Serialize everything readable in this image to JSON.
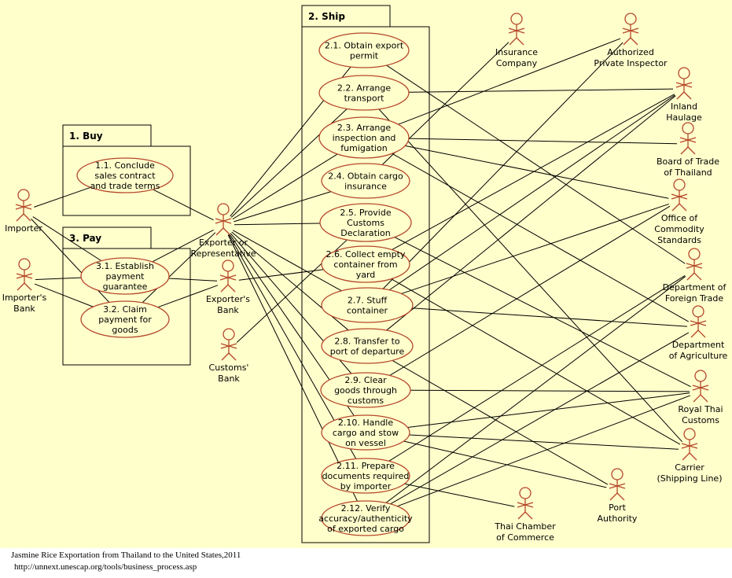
{
  "caption": {
    "title": "Jasmine Rice Exportation from Thailand to the United States,2011",
    "source": "http://unnext.unescap.org/tools/business_process.asp"
  },
  "colors": {
    "background": "#ffffcc",
    "ellipse_stroke": "#b5472a",
    "actor": "#b5472a",
    "line": "#000000"
  },
  "packages": [
    {
      "id": "buy",
      "title": "1. Buy"
    },
    {
      "id": "pay",
      "title": "3. Pay"
    },
    {
      "id": "ship",
      "title": "2. Ship"
    }
  ],
  "use_cases": [
    {
      "id": "1.1",
      "lines": [
        "1.1. Conclude",
        "sales contract",
        "and trade terms"
      ]
    },
    {
      "id": "3.1",
      "lines": [
        "3.1. Establish",
        "payment",
        "guarantee"
      ]
    },
    {
      "id": "3.2",
      "lines": [
        "3.2. Claim",
        "payment for",
        "goods"
      ]
    },
    {
      "id": "2.1",
      "lines": [
        "2.1. Obtain export",
        "permit"
      ]
    },
    {
      "id": "2.2",
      "lines": [
        "2.2. Arrange",
        "transport"
      ]
    },
    {
      "id": "2.3",
      "lines": [
        "2.3. Arrange",
        "inspection and",
        "fumigation"
      ]
    },
    {
      "id": "2.4",
      "lines": [
        "2.4. Obtain cargo",
        "insurance"
      ]
    },
    {
      "id": "2.5",
      "lines": [
        "2.5. Provide",
        "Customs",
        "Declaration"
      ]
    },
    {
      "id": "2.6",
      "lines": [
        "2.6. Collect empty",
        "container from",
        "yard"
      ]
    },
    {
      "id": "2.7",
      "lines": [
        "2.7. Stuff",
        "container"
      ]
    },
    {
      "id": "2.8",
      "lines": [
        "2.8. Transfer to",
        "port of departure"
      ]
    },
    {
      "id": "2.9",
      "lines": [
        "2.9. Clear",
        "goods through",
        "customs"
      ]
    },
    {
      "id": "2.10",
      "lines": [
        "2.10. Handle",
        "cargo and stow",
        "on vessel"
      ]
    },
    {
      "id": "2.11",
      "lines": [
        "2.11. Prepare",
        "documents required",
        "by importer"
      ]
    },
    {
      "id": "2.12",
      "lines": [
        "2.12. Verify",
        "accuracy/authenticity",
        "of exported cargo"
      ]
    }
  ],
  "actors": [
    {
      "id": "importer",
      "lines": [
        "Importer"
      ]
    },
    {
      "id": "importers-bank",
      "lines": [
        "Importer's",
        "Bank"
      ]
    },
    {
      "id": "exporter",
      "lines": [
        "Exporter or",
        "Representative"
      ]
    },
    {
      "id": "exporters-bank",
      "lines": [
        "Exporter's",
        "Bank"
      ]
    },
    {
      "id": "customs-bank",
      "lines": [
        "Customs'",
        "Bank"
      ]
    },
    {
      "id": "insurance",
      "lines": [
        "Insurance",
        "Company"
      ]
    },
    {
      "id": "inspector",
      "lines": [
        "Authorized",
        "Private Inspector"
      ]
    },
    {
      "id": "haulage",
      "lines": [
        "Inland",
        "Haulage"
      ]
    },
    {
      "id": "board-trade",
      "lines": [
        "Board of Trade",
        "of Thailand"
      ]
    },
    {
      "id": "commodity",
      "lines": [
        "Office of",
        "Commodity",
        "Standards"
      ]
    },
    {
      "id": "foreign-trade",
      "lines": [
        "Department of",
        "Foreign Trade"
      ]
    },
    {
      "id": "agriculture",
      "lines": [
        "Department",
        "of Agriculture"
      ]
    },
    {
      "id": "customs",
      "lines": [
        "Royal Thai",
        "Customs"
      ]
    },
    {
      "id": "carrier",
      "lines": [
        "Carrier",
        "(Shipping Line)"
      ]
    },
    {
      "id": "port",
      "lines": [
        "Port",
        "Authority"
      ]
    },
    {
      "id": "chamber",
      "lines": [
        "Thai Chamber",
        "of  Commerce"
      ]
    }
  ],
  "associations": [
    [
      "importer",
      "1.1"
    ],
    [
      "importer",
      "3.1"
    ],
    [
      "importer",
      "3.2"
    ],
    [
      "importers-bank",
      "3.1"
    ],
    [
      "importers-bank",
      "3.2"
    ],
    [
      "exporter",
      "1.1"
    ],
    [
      "exporter",
      "3.1"
    ],
    [
      "exporter",
      "3.2"
    ],
    [
      "exporters-bank",
      "3.1"
    ],
    [
      "exporters-bank",
      "3.2"
    ],
    [
      "exporters-bank",
      "2.6"
    ],
    [
      "customs-bank",
      "2.5"
    ],
    [
      "exporter",
      "2.1"
    ],
    [
      "exporter",
      "2.2"
    ],
    [
      "exporter",
      "2.3"
    ],
    [
      "exporter",
      "2.4"
    ],
    [
      "exporter",
      "2.5"
    ],
    [
      "exporter",
      "2.7"
    ],
    [
      "exporter",
      "2.8"
    ],
    [
      "exporter",
      "2.9"
    ],
    [
      "exporter",
      "2.10"
    ],
    [
      "exporter",
      "2.11"
    ],
    [
      "exporter",
      "2.12"
    ],
    [
      "foreign-trade",
      "2.1"
    ],
    [
      "haulage",
      "2.2"
    ],
    [
      "carrier",
      "2.2"
    ],
    [
      "inspector",
      "2.3"
    ],
    [
      "board-trade",
      "2.3"
    ],
    [
      "commodity",
      "2.3"
    ],
    [
      "agriculture",
      "2.3"
    ],
    [
      "insurance",
      "2.4"
    ],
    [
      "customs",
      "2.5"
    ],
    [
      "haulage",
      "2.6"
    ],
    [
      "carrier",
      "2.6"
    ],
    [
      "inspector",
      "2.7"
    ],
    [
      "haulage",
      "2.7"
    ],
    [
      "agriculture",
      "2.7"
    ],
    [
      "commodity",
      "2.7"
    ],
    [
      "haulage",
      "2.8"
    ],
    [
      "port",
      "2.8"
    ],
    [
      "customs",
      "2.9"
    ],
    [
      "commodity",
      "2.9"
    ],
    [
      "customs",
      "2.10"
    ],
    [
      "carrier",
      "2.10"
    ],
    [
      "port",
      "2.10"
    ],
    [
      "chamber",
      "2.11"
    ],
    [
      "foreign-trade",
      "2.11"
    ],
    [
      "foreign-trade",
      "2.12"
    ],
    [
      "agriculture",
      "2.12"
    ],
    [
      "customs",
      "2.12"
    ]
  ]
}
